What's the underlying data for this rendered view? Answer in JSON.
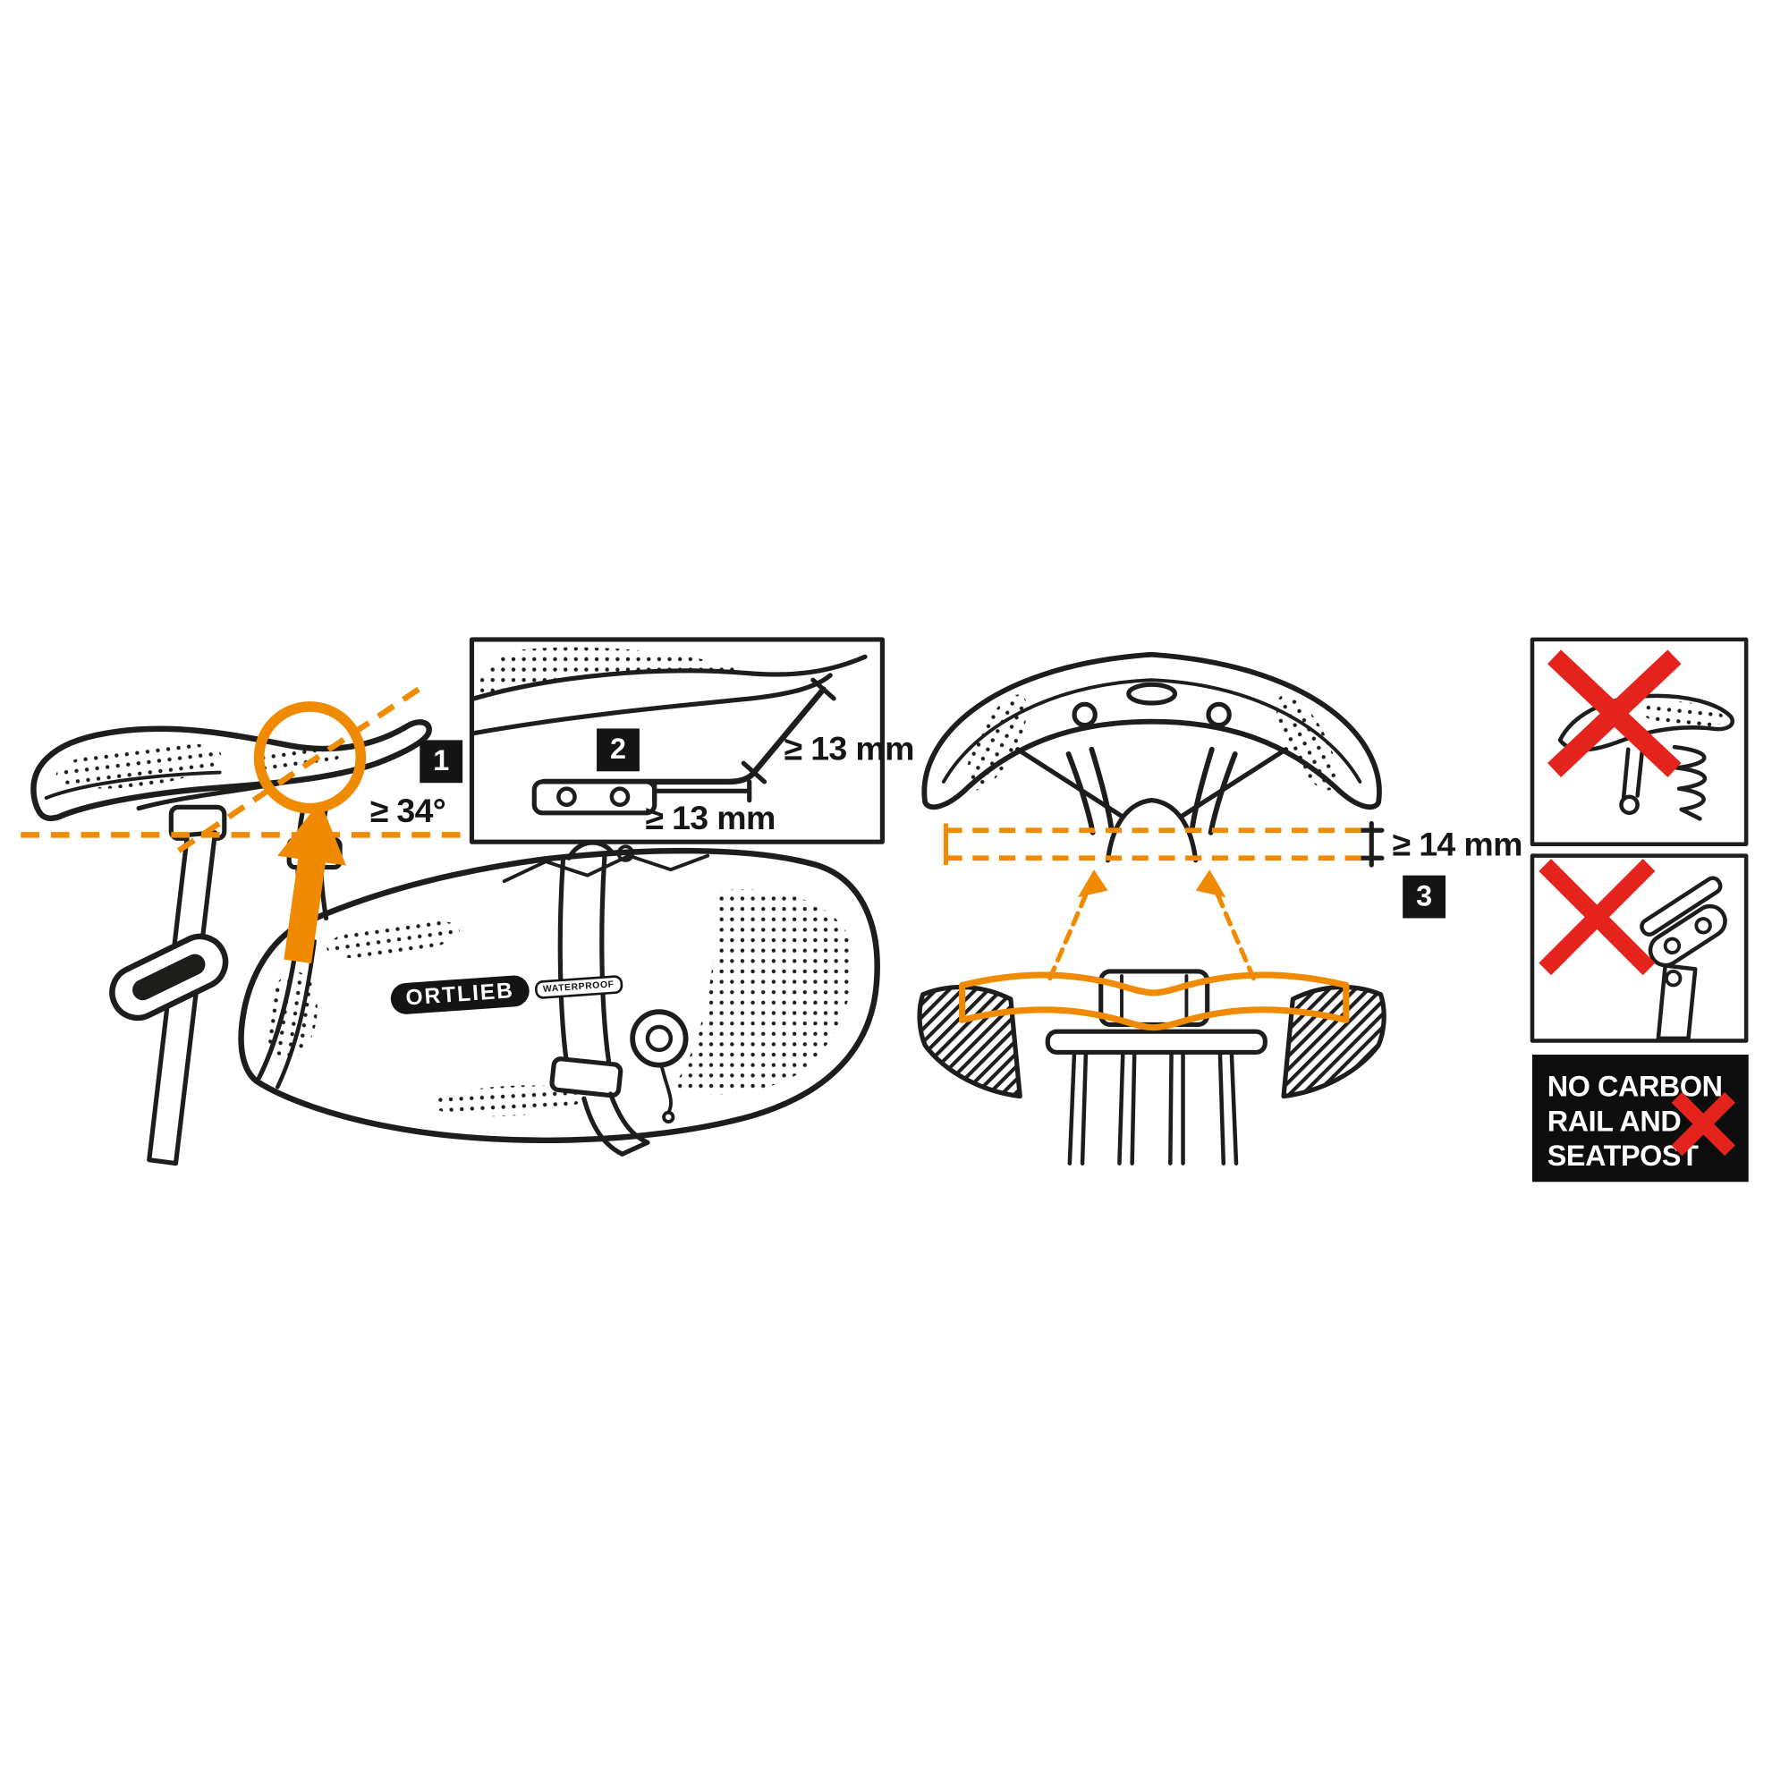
{
  "colors": {
    "accent_orange": "#F08A00",
    "warning_red": "#E3231C",
    "line_black": "#1d1d1b",
    "background": "#ffffff"
  },
  "brand": {
    "name": "ORTLIEB",
    "tagline": "WATERPROOF"
  },
  "steps": [
    {
      "number": "1"
    },
    {
      "number": "2"
    },
    {
      "number": "3"
    }
  ],
  "measurements": {
    "saddle_angle": "≥ 34°",
    "rail_free_height": "≥ 13 mm",
    "rail_straight_length": "≥ 13 mm",
    "rail_inner_width": "≥ 14 mm"
  },
  "warning": {
    "lines": [
      "NO CARBON",
      "RAIL AND",
      "SEATPOST"
    ]
  }
}
